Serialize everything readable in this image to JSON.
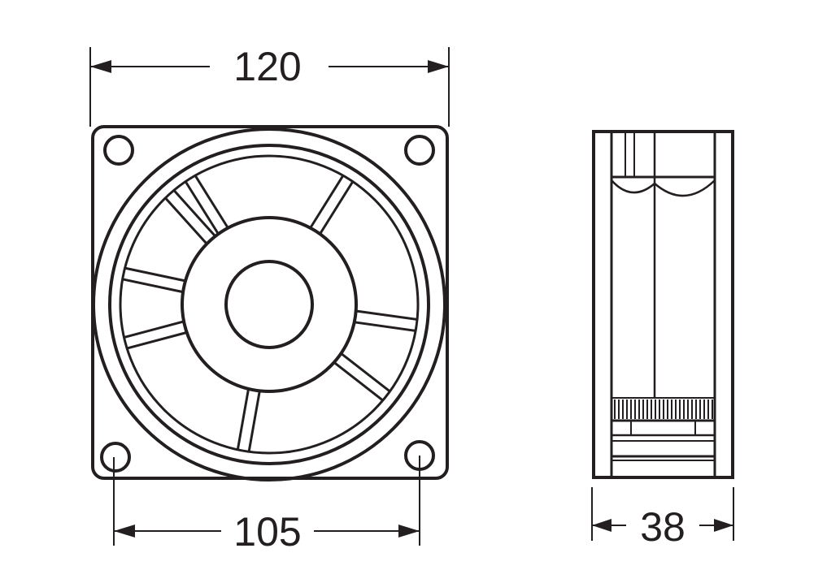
{
  "dimensions": {
    "overall_width": "120",
    "hole_spacing": "105",
    "depth": "38"
  },
  "colors": {
    "ink": "#231f20",
    "background": "#ffffff"
  }
}
